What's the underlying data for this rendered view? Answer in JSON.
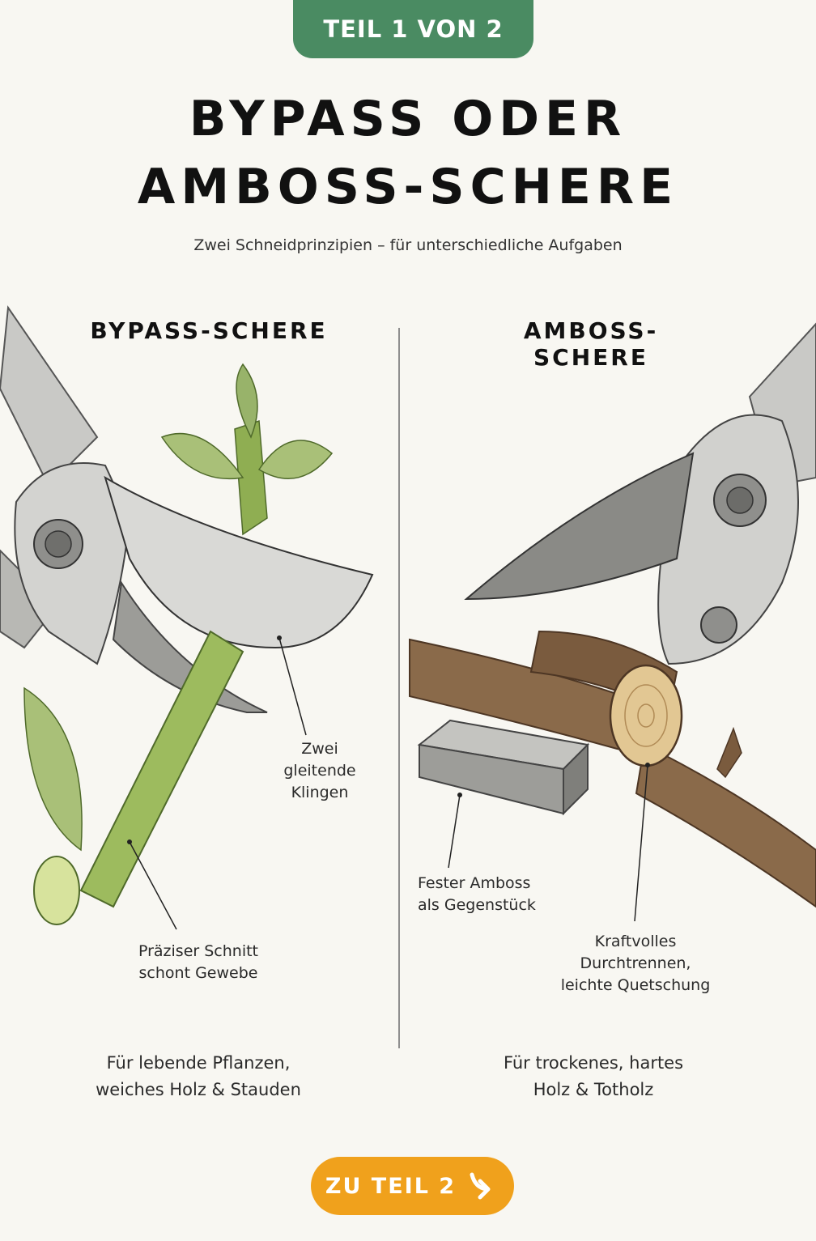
{
  "badge": {
    "label": "TEIL 1 VON 2"
  },
  "title": {
    "line1": "BYPASS ODER",
    "line2": "AMBOSS-SCHERE"
  },
  "subtitle": "Zwei Schneidprinzipien – für unterschiedliche Aufgaben",
  "bypass": {
    "heading": "BYPASS-SCHERE",
    "callout_blades": "Zwei gleitende\nKlingen",
    "callout_cut": "Präziser Schnitt\nschont Gewebe",
    "use": "Für lebende Pflanzen,\nweiches Holz & Stauden"
  },
  "anvil": {
    "heading": "AMBOSS-SCHERE",
    "callout_anvil": "Fester Amboss\nals Gegenstück",
    "callout_force": "Kraftvolles\nDurchtrennen,\nleichte Quetschung",
    "use": "Für trockenes, hartes\nHolz & Totholz"
  },
  "cta": {
    "label": "ZU TEIL 2",
    "icon": "arrow-down-right-icon"
  },
  "colors": {
    "badge": "#4a8b62",
    "cta": "#f0a11c",
    "background": "#f8f7f2",
    "green_stem": "#9dbb5e",
    "wood": "#8a6a4a",
    "metal": "#a8a8a8"
  }
}
